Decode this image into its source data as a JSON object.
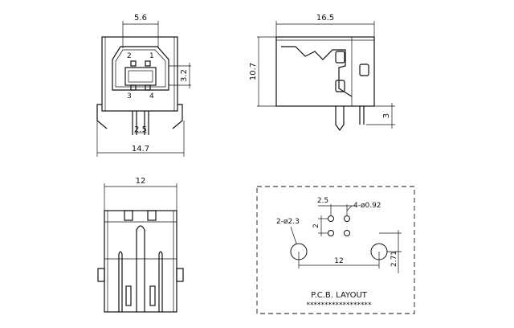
{
  "front_view": {
    "dim_top": "5.6",
    "dim_right": "3.2",
    "dim_pitch": "2.5",
    "dim_width": "14.7",
    "pin_labels": [
      "2",
      "1",
      "3",
      "4"
    ]
  },
  "side_view": {
    "dim_length": "16.5",
    "dim_height": "10.7",
    "dim_pin": "3"
  },
  "bottom_view": {
    "dim_width": "12"
  },
  "pcb_layout": {
    "dim_pitch": "2.5",
    "dim_pin_hole": "4-ø0.92",
    "dim_mount_hole": "2-ø2.3",
    "dim_row": "2",
    "dim_mount_span": "12",
    "dim_offset": "2.71",
    "caption": "P.C.B. LAYOUT",
    "stars": "******************"
  }
}
